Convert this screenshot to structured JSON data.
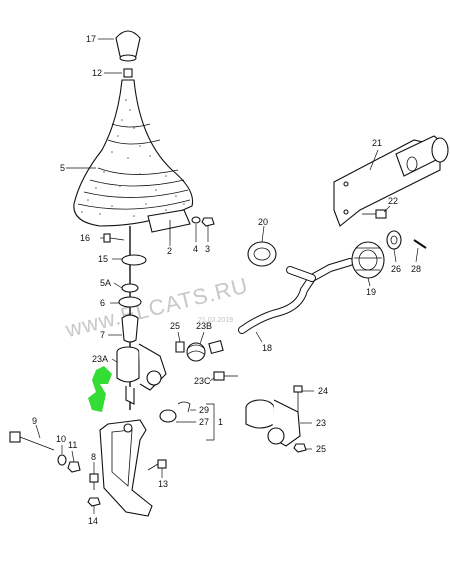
{
  "watermark": {
    "text": "www.ELCATS.RU",
    "date": "21.02.2019"
  },
  "callouts": {
    "p17": "17",
    "p12": "12",
    "p5": "5",
    "p21": "21",
    "p22": "22",
    "p16": "16",
    "p2": "2",
    "p4": "4",
    "p3": "3",
    "p20": "20",
    "p15": "15",
    "p26": "26",
    "p28": "28",
    "p19": "19",
    "p5a": "5A",
    "p6": "6",
    "p18": "18",
    "p25a": "25",
    "p23b": "23B",
    "p7": "7",
    "p23a": "23A",
    "p23c": "23C",
    "p24": "24",
    "p29": "29",
    "p27": "27",
    "p1": "1",
    "p9": "9",
    "p10": "10",
    "p11": "11",
    "p8": "8",
    "p23": "23",
    "p25b": "25",
    "p13": "13",
    "p14": "14"
  },
  "colors": {
    "line": "#111111",
    "highlight": "#33dd33",
    "watermark": "#c8c8c8"
  }
}
